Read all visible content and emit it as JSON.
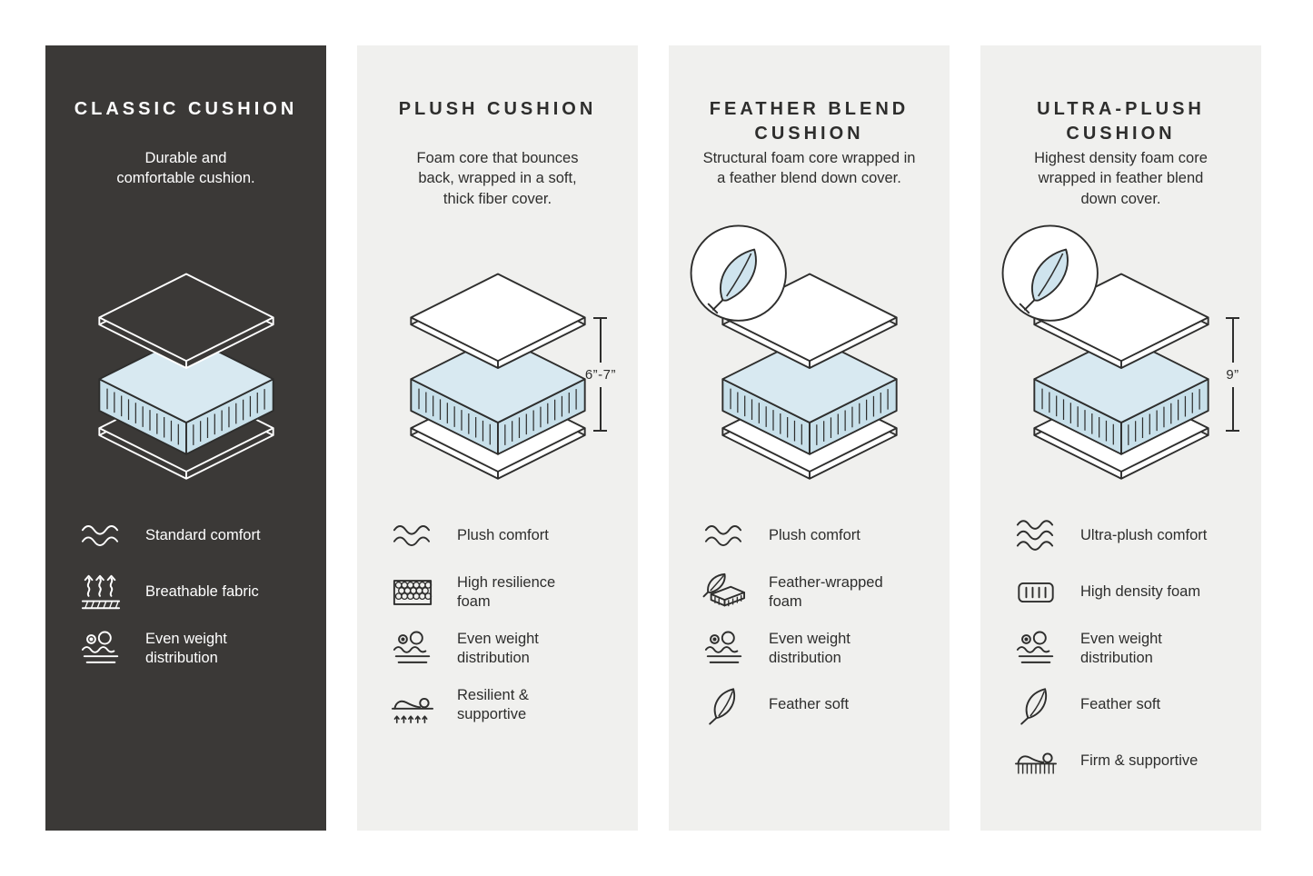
{
  "colors": {
    "page_background": "#ffffff",
    "dark_card_background": "#3b3937",
    "light_card_background": "#f0f0ee",
    "ink": "#2e2e2d",
    "foam_blue_top": "#d8e9f1",
    "foam_blue_side": "#c8e0ea",
    "feather_blue": "#cfe4ee"
  },
  "cards": [
    {
      "id": "classic",
      "theme": "dark",
      "title": "CLASSIC CUSHION",
      "description": "Durable and\ncomfortable cushion.",
      "badge_feather": false,
      "dimension_label": "",
      "features": [
        {
          "icon": "waves-2",
          "label": "Standard comfort"
        },
        {
          "icon": "breathable",
          "label": "Breathable fabric"
        },
        {
          "icon": "weight-distribution",
          "label": "Even weight\ndistribution"
        }
      ]
    },
    {
      "id": "plush",
      "theme": "light",
      "title": "PLUSH CUSHION",
      "description": "Foam core that bounces\nback, wrapped in a soft,\nthick fiber cover.",
      "badge_feather": false,
      "dimension_label": "6”-7”",
      "features": [
        {
          "icon": "waves-2",
          "label": "Plush comfort"
        },
        {
          "icon": "resilience-foam",
          "label": "High resilience\nfoam"
        },
        {
          "icon": "weight-distribution",
          "label": "Even weight\ndistribution"
        },
        {
          "icon": "resilient-supportive",
          "label": "Resilient &\nsupportive"
        }
      ]
    },
    {
      "id": "feather-blend",
      "theme": "light",
      "title": "FEATHER BLEND\nCUSHION",
      "description": "Structural foam core wrapped in\na feather blend down cover.",
      "badge_feather": true,
      "dimension_label": "",
      "features": [
        {
          "icon": "waves-2",
          "label": "Plush comfort"
        },
        {
          "icon": "feather-wrapped-foam",
          "label": "Feather-wrapped\nfoam"
        },
        {
          "icon": "weight-distribution",
          "label": "Even weight\ndistribution"
        },
        {
          "icon": "feather",
          "label": "Feather soft"
        }
      ]
    },
    {
      "id": "ultra-plush",
      "theme": "light",
      "title": "ULTRA-PLUSH\nCUSHION",
      "description": "Highest density foam core\nwrapped in feather blend\ndown cover.",
      "badge_feather": true,
      "dimension_label": "9”",
      "features": [
        {
          "icon": "waves-3",
          "label": "Ultra-plush comfort"
        },
        {
          "icon": "density-foam",
          "label": "High density foam"
        },
        {
          "icon": "weight-distribution",
          "label": "Even weight\ndistribution"
        },
        {
          "icon": "feather",
          "label": "Feather soft"
        },
        {
          "icon": "firm-supportive",
          "label": "Firm & supportive"
        }
      ]
    }
  ]
}
